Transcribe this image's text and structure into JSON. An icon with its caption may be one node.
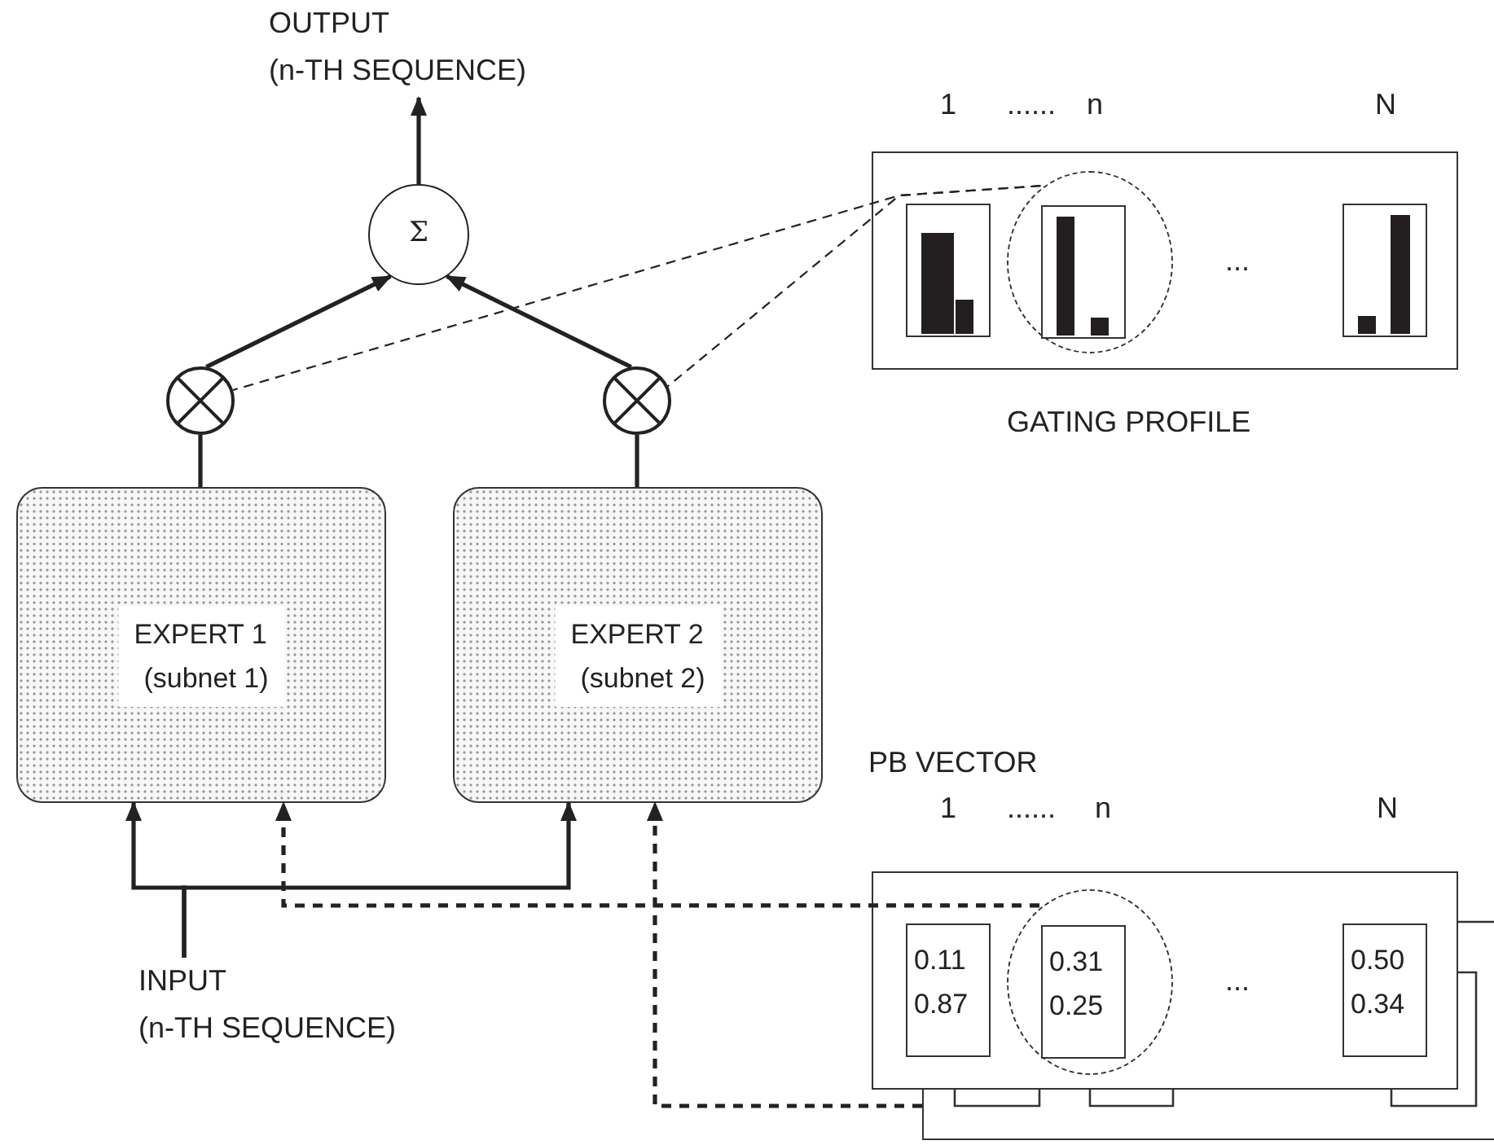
{
  "diagram": {
    "nodes": [
      {
        "text": [
          "OUTPUT",
          "(n-TH SEQUENCE)"
        ]
      },
      {
        "text": [
          "Σ"
        ]
      },
      {
        "text": [],
        "shape": "box",
        "beside": [
          "GATING PROFILE"
        ]
      },
      {
        "text": [],
        "shape": "picture",
        "in": 2
      },
      {
        "text": [],
        "shape": "circle",
        "in": 2
      },
      {
        "text": [],
        "shape": "picture",
        "in": 4
      },
      {
        "text": [],
        "shape": "picture",
        "in": 2
      },
      {
        "text": [],
        "shape": "circle"
      },
      {
        "text": [],
        "shape": "circle"
      },
      {
        "text": [
          "EXPERT 1",
          "(subnet 1)"
        ]
      },
      {
        "text": [
          "EXPERT 2",
          "(subnet 2)"
        ]
      },
      {
        "text": [],
        "shape": "box"
      },
      {
        "text": [],
        "shape": "box"
      },
      {
        "text": [
          "0.11",
          "0.87"
        ],
        "in": 12
      },
      {
        "text": [],
        "shape": "circle",
        "in": 12
      },
      {
        "text": [
          "0.31",
          "0.25"
        ],
        "in": 14
      },
      {
        "text": [
          "0.50",
          "0.34"
        ],
        "in": 12
      },
      {
        "text": [
          "INPUT",
          "(n-TH SEQUENCE)"
        ]
      }
    ],
    "edges": [
      {
        "from": 1,
        "to": 0,
        "arrow": "to"
      },
      {
        "from": 7,
        "to": 1,
        "arrow": "to"
      },
      {
        "from": 8,
        "to": 1,
        "arrow": "to"
      },
      {
        "from": 9,
        "to": 7,
        "arrow": "none"
      },
      {
        "from": 10,
        "to": 8,
        "arrow": "none"
      },
      {
        "from": 4,
        "to": 7,
        "arrow": "none",
        "style": "dashed"
      },
      {
        "from": 4,
        "to": 8,
        "arrow": "none",
        "style": "dashed"
      },
      {
        "from": 17,
        "to": 9,
        "arrow": "to"
      },
      {
        "from": 17,
        "to": 10,
        "arrow": "to"
      },
      {
        "from": 14,
        "to": 9,
        "arrow": "to",
        "style": "dashed"
      },
      {
        "from": 11,
        "to": 10,
        "arrow": "to",
        "style": "dashed"
      }
    ],
    "labels": [
      "1",
      "......",
      "n",
      "N",
      "...",
      "PB VECTOR",
      "1",
      "......",
      "n",
      "N",
      "..."
    ]
  }
}
